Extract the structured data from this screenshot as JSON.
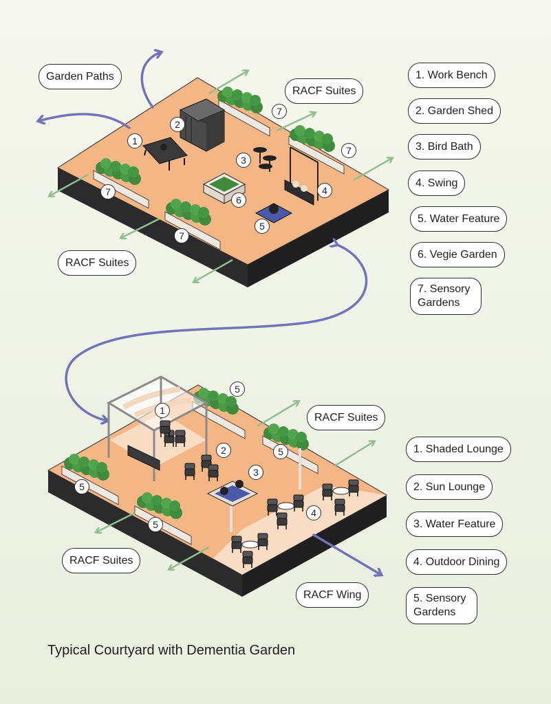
{
  "top_garden": {
    "label_paths": "Garden Paths",
    "label_suites_top": "RACF Suites",
    "label_suites_bottom": "RACF Suites",
    "legend": [
      "1. Work Bench",
      "2. Garden Shed",
      "3. Bird Bath",
      "4. Swing",
      "5. Water Feature",
      "6. Vegie Garden",
      "7. Sensory Gardens"
    ],
    "markers": [
      "1",
      "2",
      "3",
      "4",
      "5",
      "6",
      "7",
      "7",
      "7",
      "7"
    ]
  },
  "bottom_garden": {
    "label_suites_right": "RACF Suites",
    "label_suites_left": "RACF Suites",
    "label_wing": "RACF Wing",
    "legend": [
      "1. Shaded Lounge",
      "2. Sun Lounge",
      "3. Water Feature",
      "4. Outdoor Dining",
      "5. Sensory Gardens"
    ],
    "markers": [
      "1",
      "2",
      "3",
      "4",
      "5",
      "5",
      "5",
      "5"
    ]
  },
  "caption": "Typical Courtyard with Dementia Garden",
  "colors": {
    "deck": "#f4b684",
    "dining_deck": "#f8dcc4",
    "slab_side": "#2b2b2b",
    "arrow_green": "#8fbf8c",
    "arrow_purple": "#7174b6",
    "shrub": "#3f8a3c"
  }
}
